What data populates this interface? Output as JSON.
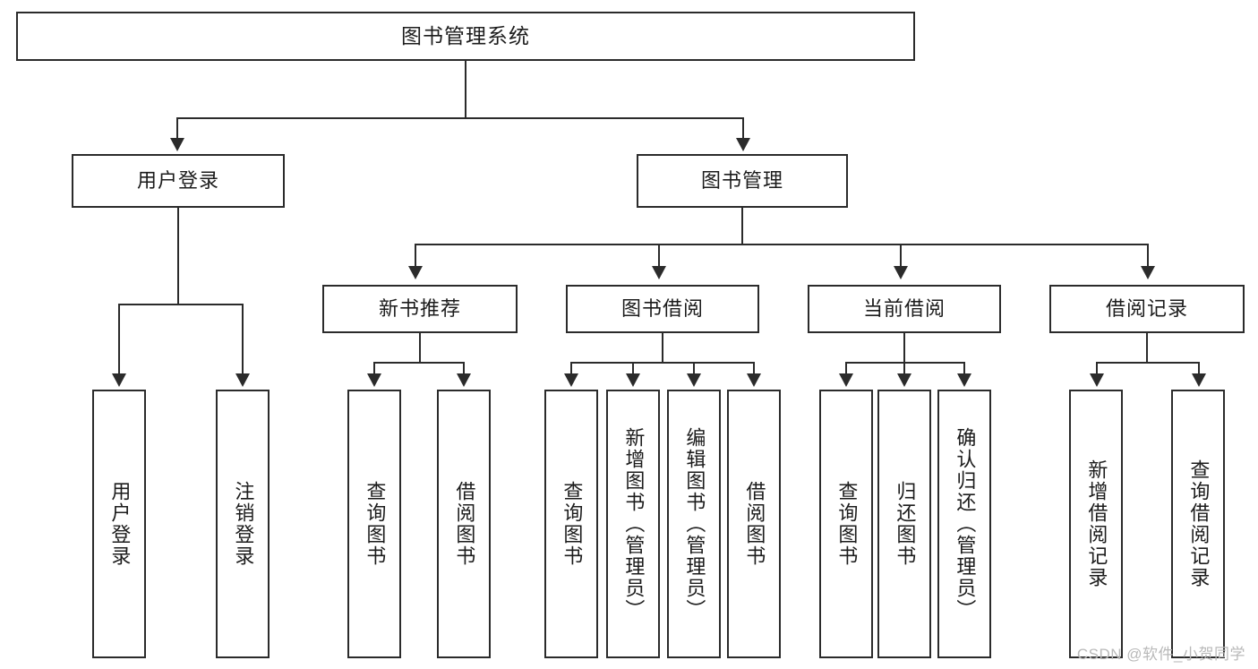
{
  "diagram": {
    "type": "tree",
    "title": "图书管理系统",
    "watermark": "CSDN @软件_小贺同学",
    "colors": {
      "stroke": "#2b2b2b",
      "fill": "#ffffff",
      "text": "#1c1c1c",
      "watermark": "#b9b9b9"
    },
    "nodes": {
      "root": "图书管理系统",
      "level1": [
        "用户登录",
        "图书管理"
      ],
      "level2": [
        "新书推荐",
        "图书借阅",
        "当前借阅",
        "借阅记录"
      ],
      "leaves": {
        "user_login": [
          "用户登录",
          "注销登录"
        ],
        "new_book": [
          "查询图书",
          "借阅图书"
        ],
        "book_borrow": [
          "查询图书",
          "新增图书（管理员）",
          "编辑图书（管理员）",
          "借阅图书"
        ],
        "current_borrow": [
          "查询图书",
          "归还图书",
          "确认归还（管理员）"
        ],
        "borrow_record": [
          "新增借阅记录",
          "查询借阅记录"
        ]
      }
    }
  }
}
